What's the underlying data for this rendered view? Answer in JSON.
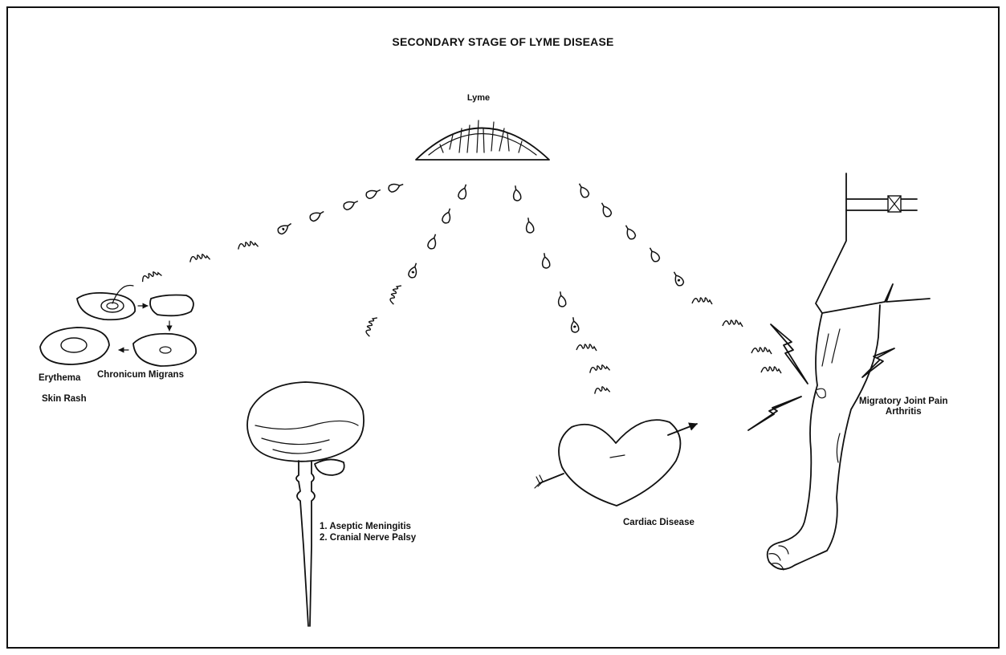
{
  "title": "SECONDARY STAGE OF LYME DISEASE",
  "source_label": "Lyme",
  "labels": {
    "skin_word1": "Erythema",
    "skin_word2": "Chronicum Migrans",
    "skin_word3": "Skin Rash",
    "neuro": [
      "1.  Aseptic Meningitis",
      "2.  Cranial Nerve Palsy"
    ],
    "cardiac": "Cardiac Disease",
    "joint": [
      "Migratory Joint Pain",
      "Arthritis"
    ]
  },
  "icons": [
    "lyme-dome-icon",
    "spirochete-icon",
    "skin-rash-icon",
    "brain-icon",
    "heart-icon",
    "leg-icon",
    "pain-bolt-icon"
  ]
}
